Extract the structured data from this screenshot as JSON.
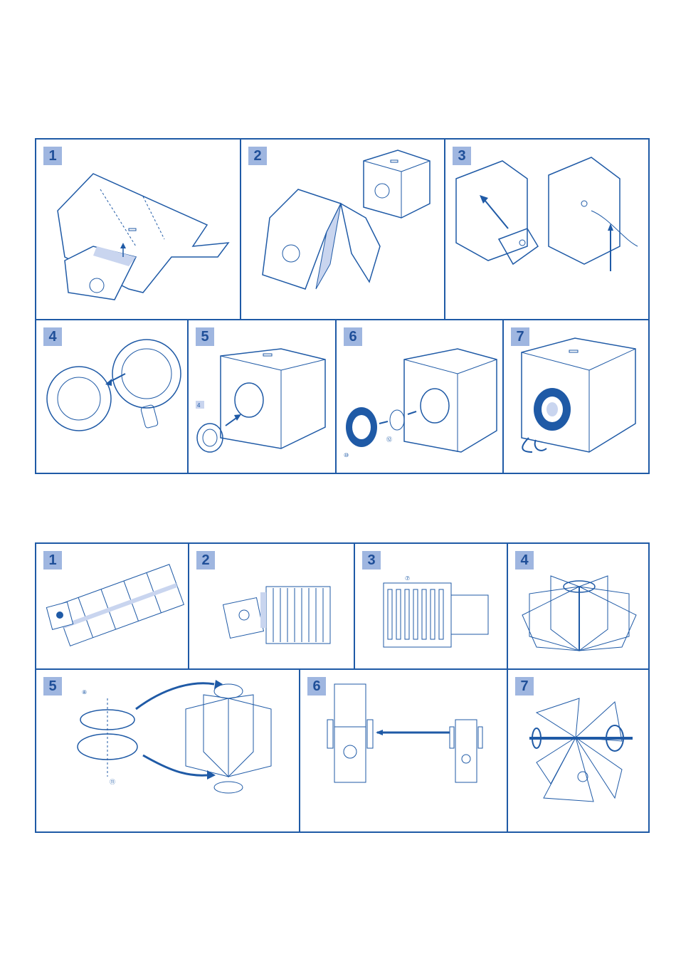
{
  "colors": {
    "line": "#1f5aa6",
    "badge_bg": "#9fb6e0",
    "badge_text": "#1f4f99",
    "fill": "#c9d5ef"
  },
  "section_top": {
    "steps": [
      {
        "number": "1"
      },
      {
        "number": "2"
      },
      {
        "number": "3"
      },
      {
        "number": "4"
      },
      {
        "number": "5",
        "inset_label": "4"
      },
      {
        "number": "6",
        "part_labels": [
          "⑩",
          "⑫"
        ]
      },
      {
        "number": "7"
      }
    ]
  },
  "section_bottom": {
    "steps": [
      {
        "number": "1"
      },
      {
        "number": "2"
      },
      {
        "number": "3",
        "part_label": "⑦"
      },
      {
        "number": "4"
      },
      {
        "number": "5",
        "part_labels": [
          "⑧",
          "⑪"
        ]
      },
      {
        "number": "6"
      },
      {
        "number": "7"
      }
    ]
  }
}
